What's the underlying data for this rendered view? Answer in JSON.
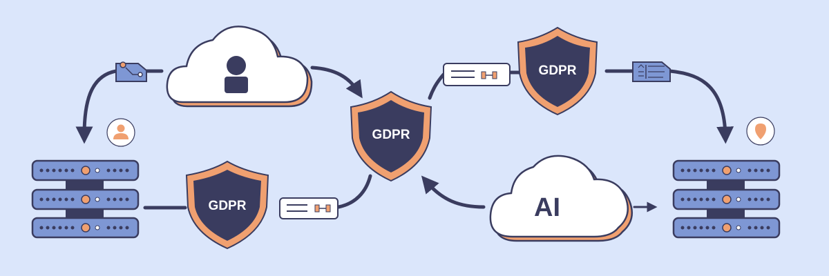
{
  "colors": {
    "background": "#dbe6fb",
    "navy": "#3a3c5f",
    "orange": "#f0a070",
    "server_blue": "#7e97d4",
    "cloud_white": "#ffffff",
    "tag_white": "#ffffff"
  },
  "shields": [
    {
      "label": "GDPR"
    },
    {
      "label": "GDPR"
    },
    {
      "label": "GDPR"
    }
  ],
  "clouds": {
    "user_cloud": {
      "label": "",
      "icon": "user-icon"
    },
    "ai_cloud": {
      "label": "AI"
    }
  },
  "servers": [
    {
      "name": "left-server-stack",
      "units": 3
    },
    {
      "name": "right-server-stack",
      "units": 3
    }
  ],
  "icons": [
    "user-icon",
    "location-pin-icon",
    "data-chip-icon",
    "code-chip-icon",
    "data-tag-icon"
  ]
}
